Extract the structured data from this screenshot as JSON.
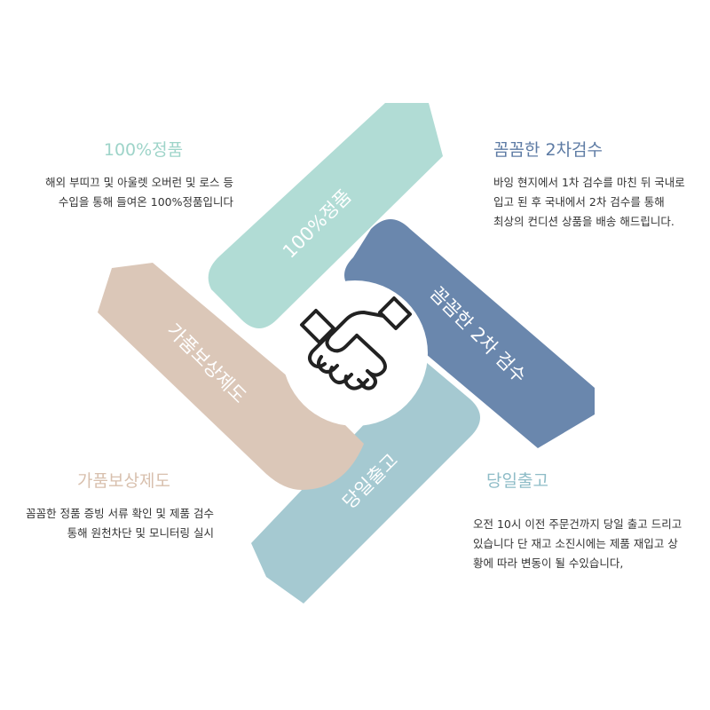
{
  "colors": {
    "genuine": "#b1dcd5",
    "inspection": "#6a87ad",
    "shipping": "#a5c9d1",
    "compensation": "#dbc7b8"
  },
  "arms": {
    "genuine_label": "100%정품",
    "inspection_label": "꼼꼼한 2차 검수",
    "shipping_label": "당일출고",
    "compensation_label": "가품보상제도"
  },
  "center": {
    "icon": "handshake-icon"
  },
  "blocks": {
    "genuine": {
      "title": "100%정품",
      "line1": "해외 부띠끄 및 아울렛 오버런 및 로스 등",
      "line2": "수입을 통해 들여온 100%정품입니다"
    },
    "inspection": {
      "title": "꼼꼼한 2차검수",
      "line1": "바잉 현지에서 1차 검수를 마친 뒤 국내로",
      "line2": "입고 된 후 국내에서 2차 검수를  통해",
      "line3": "최상의 컨디션 상품을 배송 해드립니다."
    },
    "shipping": {
      "title": "당일출고",
      "line1": "오전 10시 이전 주문건까지 당일 출고 드리고",
      "line2": "있습니다  단 재고 소진시에는 제품 재입고 상",
      "line3": "황에 따라 변동이 될 수있습니다,"
    },
    "compensation": {
      "title": "가품보상제도",
      "line1": "꼼꼼한 정품 증빙 서류 확인 및 제품 검수",
      "line2": "통해 원천차단 및 모니터링 실시"
    }
  }
}
